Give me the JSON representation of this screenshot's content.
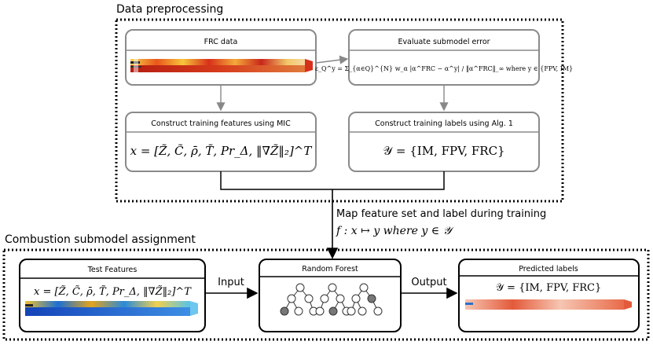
{
  "sections": {
    "preprocessing_title": "Data preprocessing",
    "assignment_title": "Combustion submodel assignment"
  },
  "boxes": {
    "frc_data": {
      "title": "FRC data"
    },
    "submodel_error": {
      "title": "Evaluate submodel error",
      "formula": "ε_Q^y = Σ_{α∈Q}^{N} w_α |α^FRC − α^y| / ‖α^FRC‖_∞  where  y ∈ {FPV, IM}"
    },
    "features": {
      "title": "Construct training features using MIC",
      "formula": "x = [Z̃, C̃, ρ̄, T̃, Pr_Δ, ‖∇Z̃‖₂]^T"
    },
    "labels": {
      "title": "Construct training labels using Alg. 1",
      "formula": "𝒴 = {IM, FPV, FRC}"
    },
    "test_features": {
      "title": "Test Features",
      "formula": "x = [Z̃, C̃, ρ̄, T̃, Pr_Δ, ‖∇Z̃‖₂]^T"
    },
    "random_forest": {
      "title": "Random Forest"
    },
    "predicted": {
      "title": "Predicted labels",
      "formula": "𝒴 = {IM, FPV, FRC}"
    }
  },
  "arrows": {
    "map_line1": "Map feature set and label during training",
    "map_line2": "f : x ↦ y   where   y ∈ 𝒴",
    "input": "Input",
    "output": "Output"
  }
}
